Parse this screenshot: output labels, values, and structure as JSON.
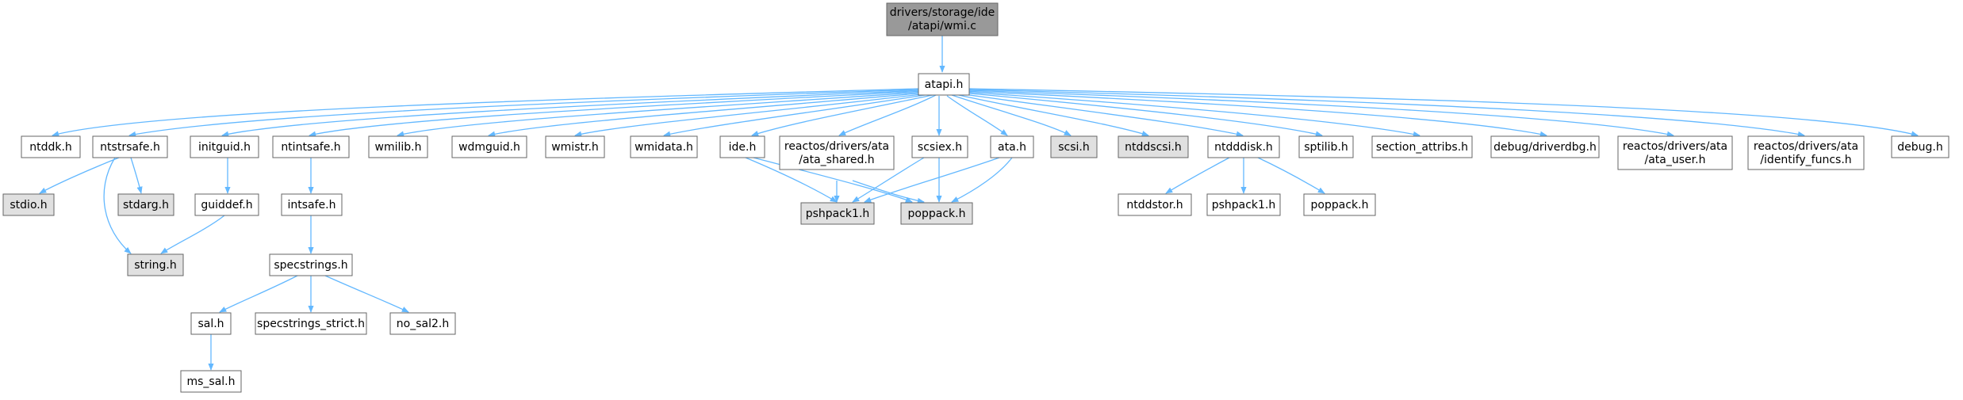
{
  "graph": {
    "root": {
      "line1": "drivers/storage/ide",
      "line2": "/atapi/wmi.c"
    },
    "nodes": {
      "atapi": "atapi.h",
      "ntddk": "ntddk.h",
      "ntstrsafe": "ntstrsafe.h",
      "initguid": "initguid.h",
      "ntintsafe": "ntintsafe.h",
      "wmilib": "wmilib.h",
      "wdmguid": "wdmguid.h",
      "wmistr": "wmistr.h",
      "wmidata": "wmidata.h",
      "ide": "ide.h",
      "ata_shared_1": "reactos/drivers/ata",
      "ata_shared_2": "/ata_shared.h",
      "scsiex": "scsiex.h",
      "ata": "ata.h",
      "scsi": "scsi.h",
      "ntddscsi": "ntddscsi.h",
      "ntdddisk": "ntdddisk.h",
      "sptilib": "sptilib.h",
      "section_attribs": "section_attribs.h",
      "driverdbg": "debug/driverdbg.h",
      "ata_user_1": "reactos/drivers/ata",
      "ata_user_2": "/ata_user.h",
      "identify_1": "reactos/drivers/ata",
      "identify_2": "/identify_funcs.h",
      "debug": "debug.h",
      "stdio": "stdio.h",
      "stdarg": "stdarg.h",
      "string": "string.h",
      "guiddef": "guiddef.h",
      "intsafe": "intsafe.h",
      "specstrings": "specstrings.h",
      "sal": "sal.h",
      "specstrings_strict": "specstrings_strict.h",
      "no_sal2": "no_sal2.h",
      "ms_sal": "ms_sal.h",
      "pshpack1_a": "pshpack1.h",
      "poppack_a": "poppack.h",
      "ntddstor": "ntddstor.h",
      "pshpack1_b": "pshpack1.h",
      "poppack_b": "poppack.h"
    }
  },
  "colors": {
    "edge": "#63b8ff",
    "node_border": "#666666",
    "root_fill": "#999999",
    "missing_fill": "#e0e0e0",
    "node_fill": "#ffffff"
  }
}
